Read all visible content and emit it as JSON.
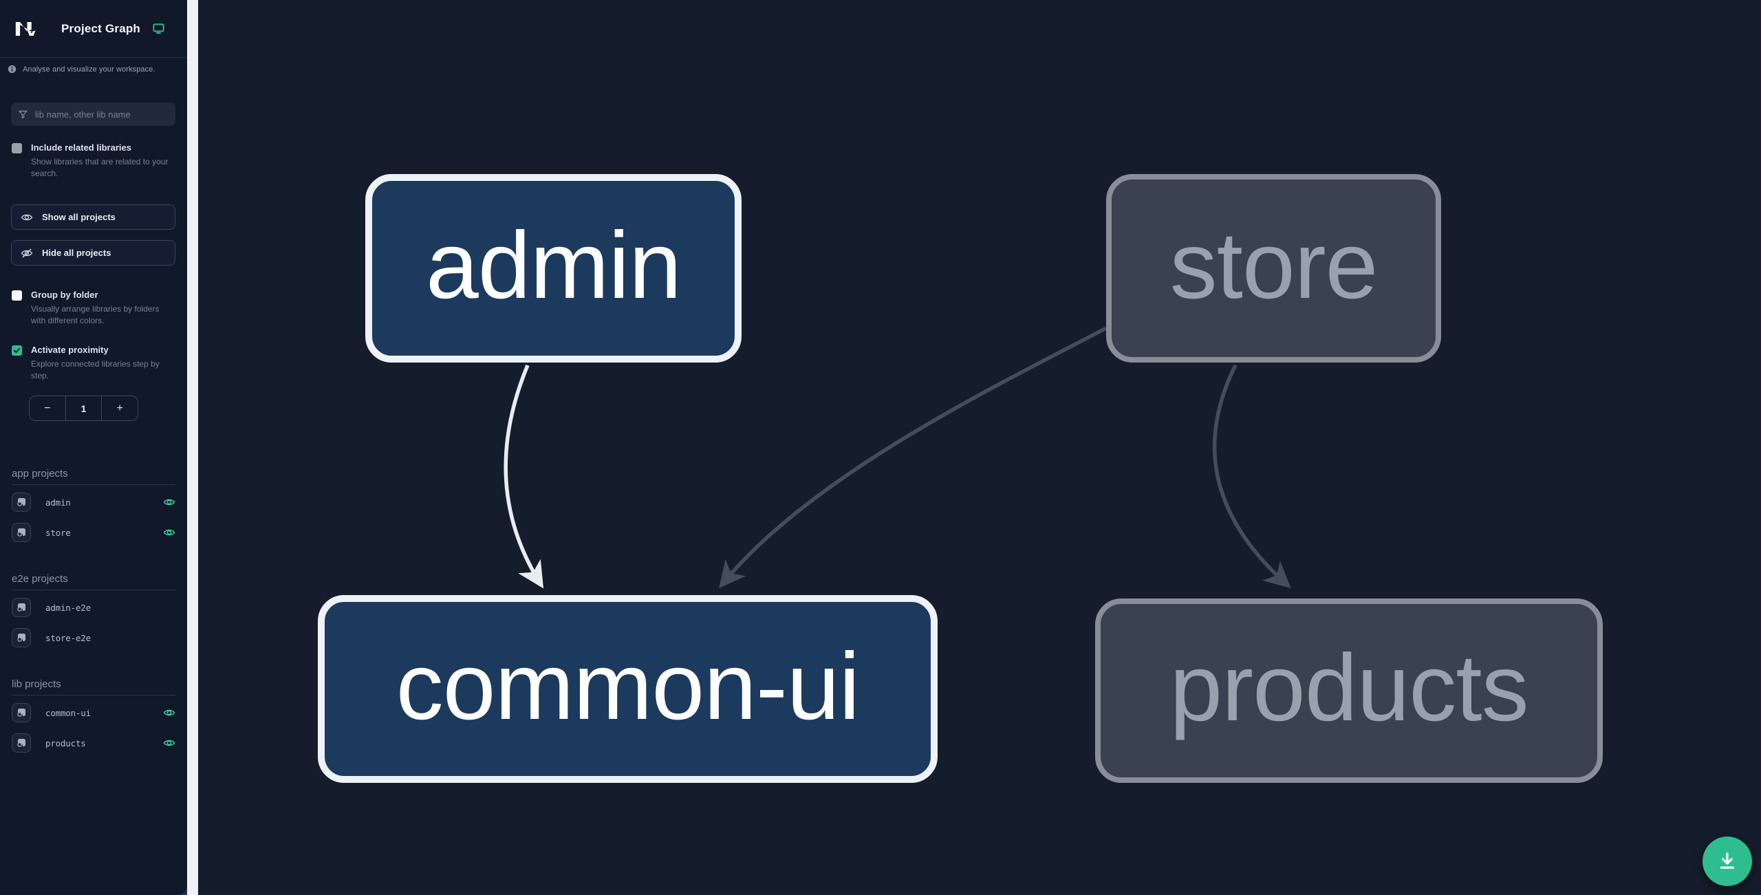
{
  "header": {
    "title": "Project Graph"
  },
  "sidebar": {
    "tagline": "Analyse and visualize your workspace.",
    "search": {
      "placeholder": "lib name, other lib name"
    },
    "include_related": {
      "label": "Include related libraries",
      "desc": "Show libraries that are related to your search."
    },
    "buttons": {
      "show_all": "Show all projects",
      "hide_all": "Hide all projects"
    },
    "group_by_folder": {
      "label": "Group by folder",
      "desc": "Visually arrange libraries by folders with different colors."
    },
    "proximity": {
      "label": "Activate proximity",
      "desc": "Explore connected libraries step by step.",
      "decrement": "−",
      "value": "1",
      "increment": "+"
    },
    "sections": [
      {
        "title": "app projects",
        "items": [
          {
            "name": "admin",
            "visible": true
          },
          {
            "name": "store",
            "visible": true
          }
        ]
      },
      {
        "title": "e2e projects",
        "items": [
          {
            "name": "admin-e2e",
            "visible": false
          },
          {
            "name": "store-e2e",
            "visible": false
          }
        ]
      },
      {
        "title": "lib projects",
        "items": [
          {
            "name": "common-ui",
            "visible": true
          },
          {
            "name": "products",
            "visible": true
          }
        ]
      }
    ]
  },
  "graph": {
    "nodes": [
      {
        "id": "admin",
        "label": "admin",
        "state": "focused"
      },
      {
        "id": "store",
        "label": "store",
        "state": "faded"
      },
      {
        "id": "common-ui",
        "label": "common-ui",
        "state": "focused"
      },
      {
        "id": "products",
        "label": "products",
        "state": "faded"
      }
    ],
    "edges": [
      {
        "from": "admin",
        "to": "common-ui",
        "state": "focused"
      },
      {
        "from": "store",
        "to": "common-ui",
        "state": "faded"
      },
      {
        "from": "store",
        "to": "products",
        "state": "faded"
      }
    ]
  },
  "colors": {
    "accent_teal": "#2ebd8e",
    "eye_teal": "#3ecf9c",
    "sidebar_bg": "#101829",
    "canvas_bg": "#151c2b",
    "divider": "#eef1f6",
    "focused_node_fill": "#1c3a5e",
    "focused_node_border": "#eef2f7",
    "focused_node_text": "#ffffff",
    "faded_node_fill": "#3a414f",
    "faded_node_border": "#878e9a",
    "faded_node_text": "#99a1ad",
    "focused_edge": "#e9ecf1",
    "faded_edge": "#454d5c"
  }
}
